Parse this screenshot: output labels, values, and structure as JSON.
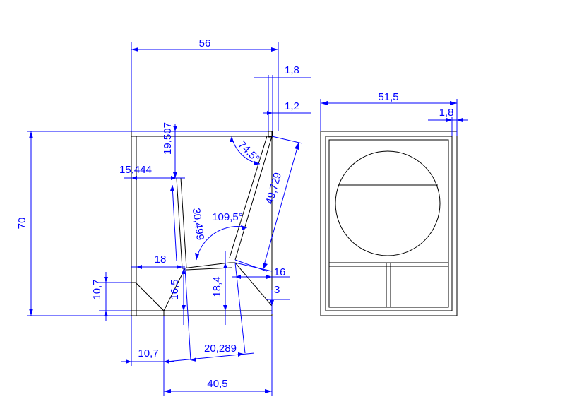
{
  "colors": {
    "dimension": "#0000ff",
    "geometry": "#000000",
    "background": "#ffffff"
  },
  "dimensions": {
    "overall_width": "56",
    "panel_18a": "1,8",
    "panel_12": "1,2",
    "height": "70",
    "top_offset": "19,507",
    "inner_width": "15,444",
    "slot_length": "30,499",
    "angle_1095": "109,5°",
    "angle_74": "74,5°",
    "slope_length": "49,729",
    "left_18": "18",
    "vert_165": "16,5",
    "vert_184": "18,4",
    "right_16": "16",
    "corner_107": "10,7",
    "right_3": "3",
    "base_107": "10,7",
    "diag_20289": "20,289",
    "base_405": "40,5",
    "front_width": "51,5",
    "front_18": "1,8"
  }
}
